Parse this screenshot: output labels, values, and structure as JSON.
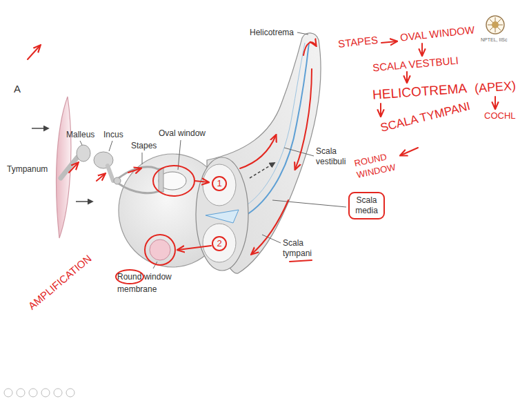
{
  "diagram": {
    "nodes": [
      {
        "text": [
          "Scala media"
        ]
      }
    ],
    "labels": [
      "A",
      "Helicotrema",
      "Malleus",
      "Incus",
      "Stapes",
      "Oval window",
      "Scala vestibuli",
      "Tympanum",
      "Scala tympani",
      "Round window membrane",
      "1",
      "2",
      "STAPES",
      "OVAL WINDOW",
      "SCALA VESTBULI",
      "HELICOTREMA",
      "(APEX)",
      "COCHL",
      "SCALA TYMPANI",
      "ROUND WINDOW",
      "AMPLIFICATION",
      "NPTEL, IISc"
    ]
  }
}
